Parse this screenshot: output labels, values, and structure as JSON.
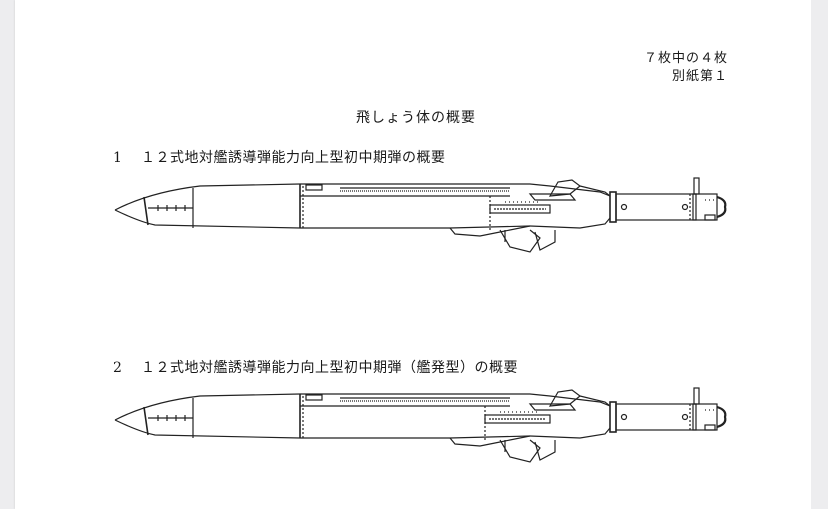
{
  "document": {
    "page_indicator": "７枚中の４枚",
    "attachment_label": "別紙第１",
    "title": "飛しょう体の概要",
    "sections": [
      {
        "number": "1",
        "heading": "１２式地対艦誘導弾能力向上型初中期弾の概要",
        "figure": "missile-side-view-diagram"
      },
      {
        "number": "2",
        "heading": "１２式地対艦誘導弾能力向上型初中期弾（艦発型）の概要",
        "figure": "missile-side-view-diagram-ship-launched"
      }
    ]
  },
  "colors": {
    "page": "#ffffff",
    "margin": "#ececee",
    "ink": "#1a1a1a"
  }
}
